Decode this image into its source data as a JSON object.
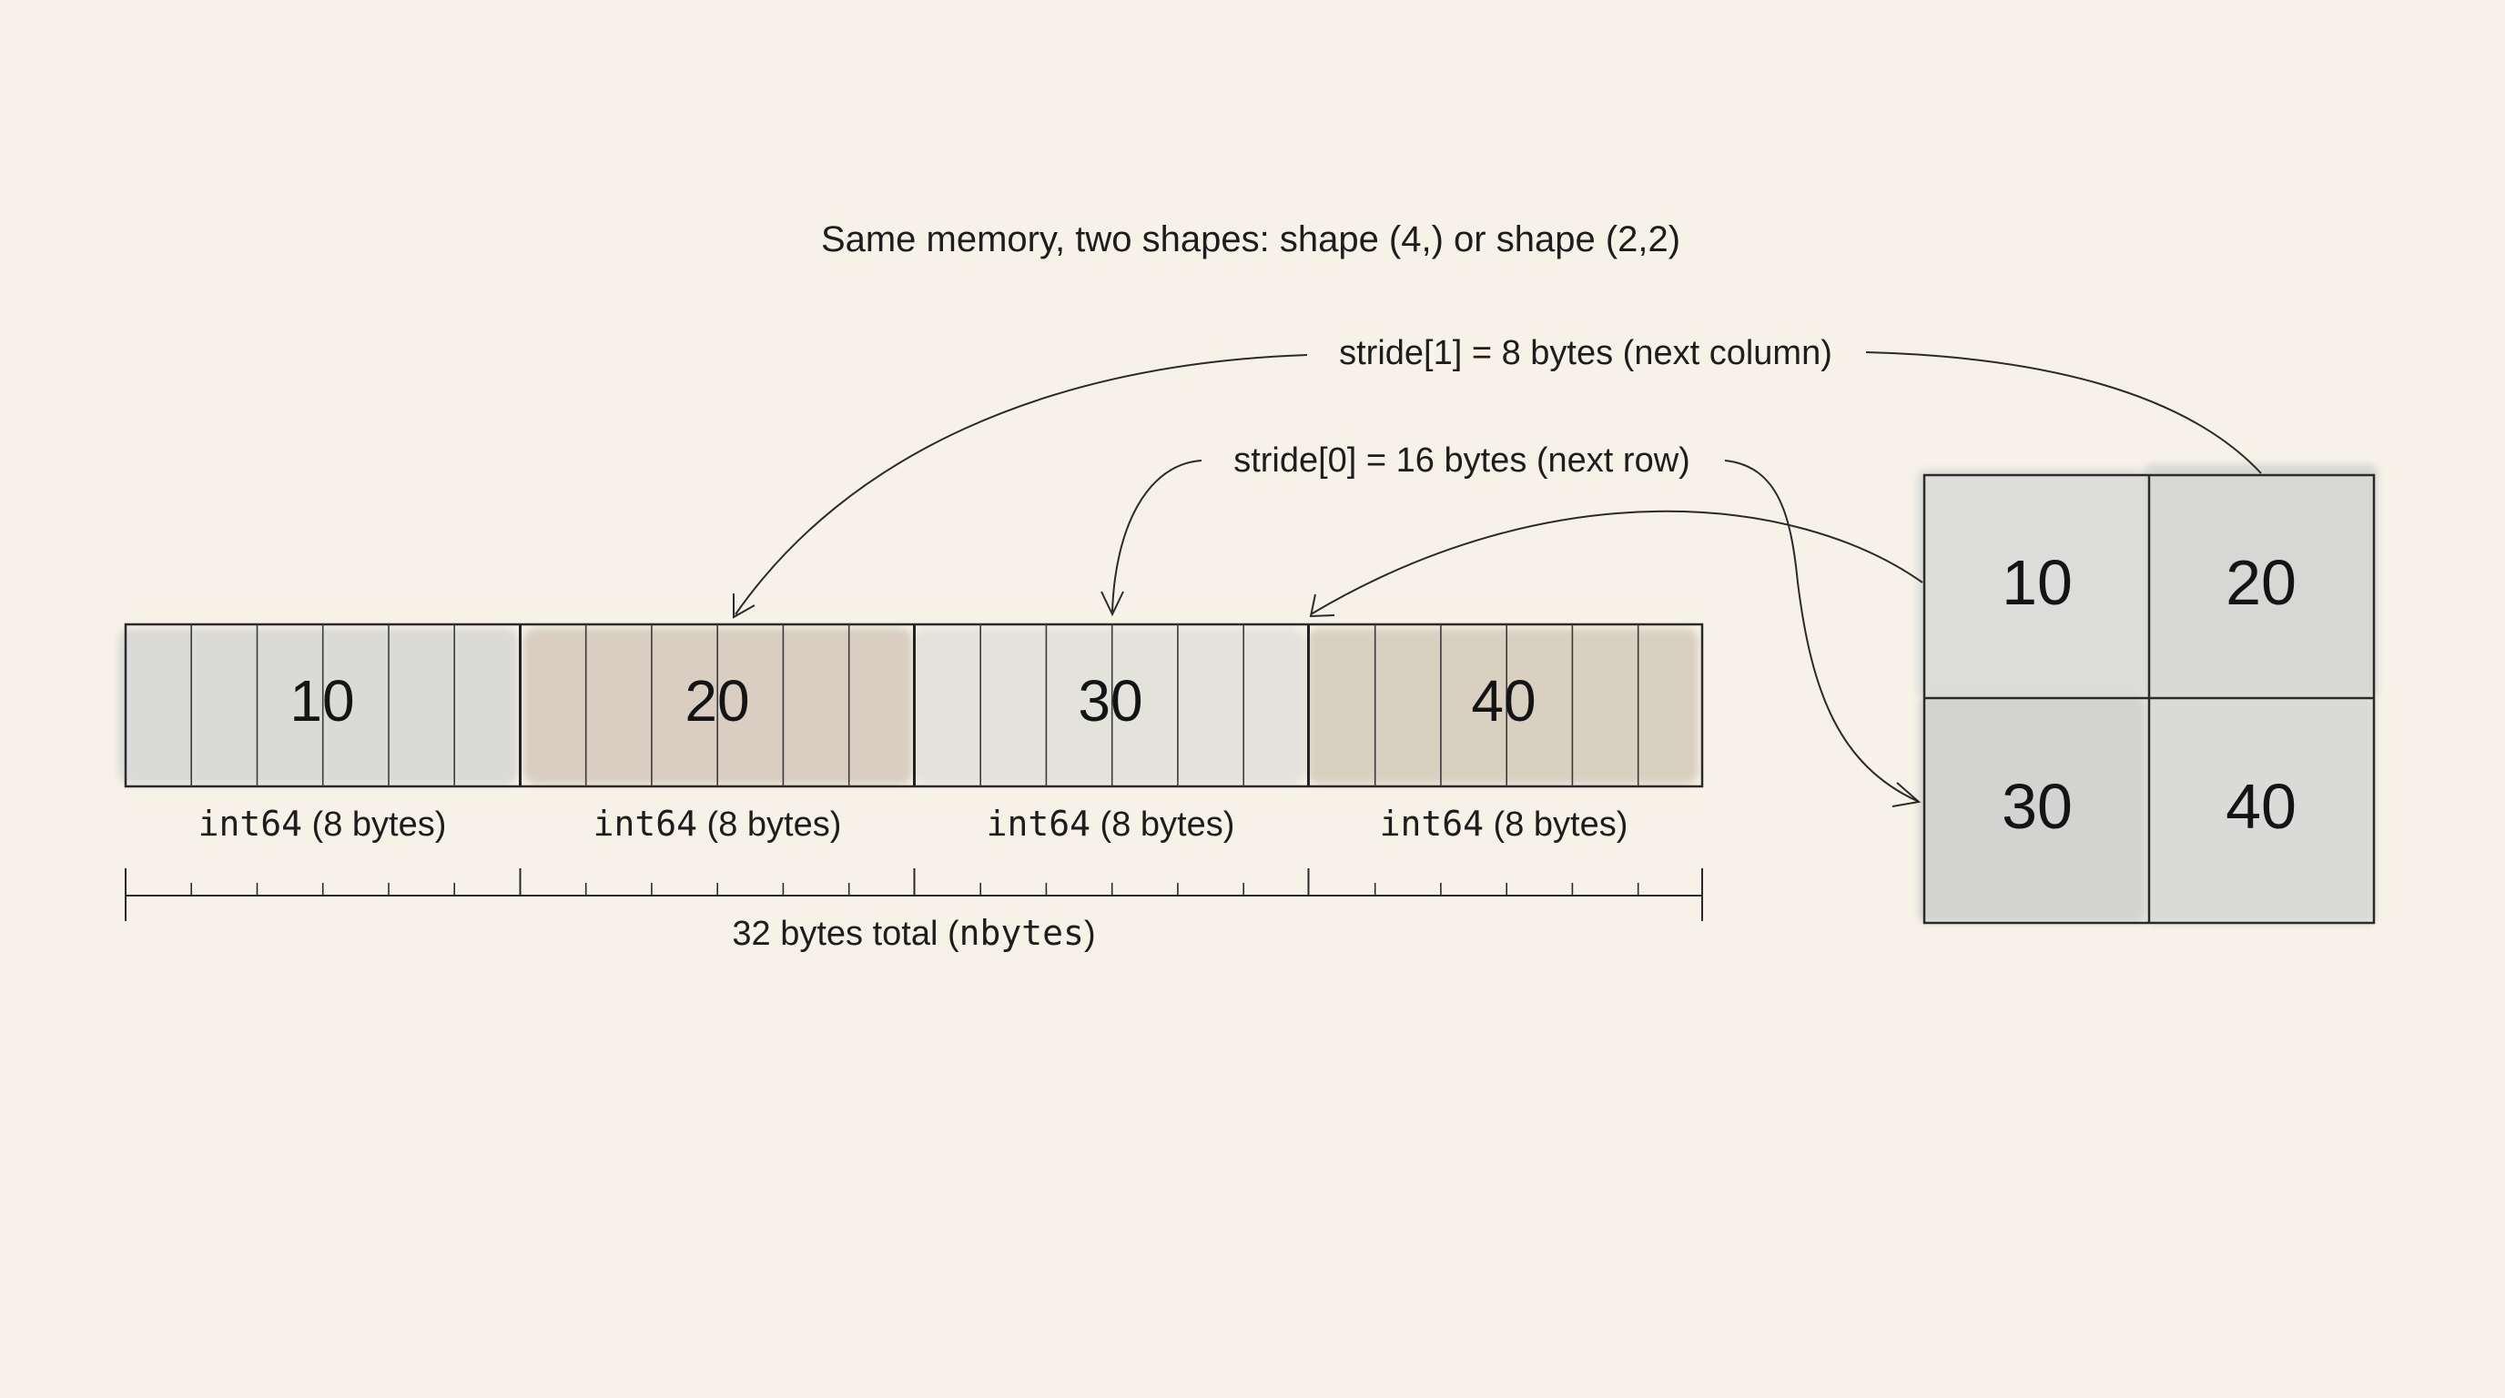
{
  "title": "Same memory, two shapes: shape (4,) or shape (2,2)",
  "strides": {
    "stride1": "stride[1] = 8 bytes (next column)",
    "stride0": "stride[0] = 16 bytes (next row)"
  },
  "memory": {
    "elements": [
      {
        "value": "10",
        "type_code": "int64",
        "type_rest": " (8 bytes)"
      },
      {
        "value": "20",
        "type_code": "int64",
        "type_rest": " (8 bytes)"
      },
      {
        "value": "30",
        "type_code": "int64",
        "type_rest": " (8 bytes)"
      },
      {
        "value": "40",
        "type_code": "int64",
        "type_rest": " (8 bytes)"
      }
    ],
    "total_prefix": "32 bytes total (",
    "total_code": "nbytes",
    "total_suffix": ")"
  },
  "matrix": {
    "cells": [
      "10",
      "20",
      "30",
      "40"
    ]
  },
  "colors": {
    "background": "#f6f2e7",
    "cell_gray": "#dcdcda",
    "cell_tan": "#d9cfc2",
    "ink": "#2a2a2a"
  }
}
